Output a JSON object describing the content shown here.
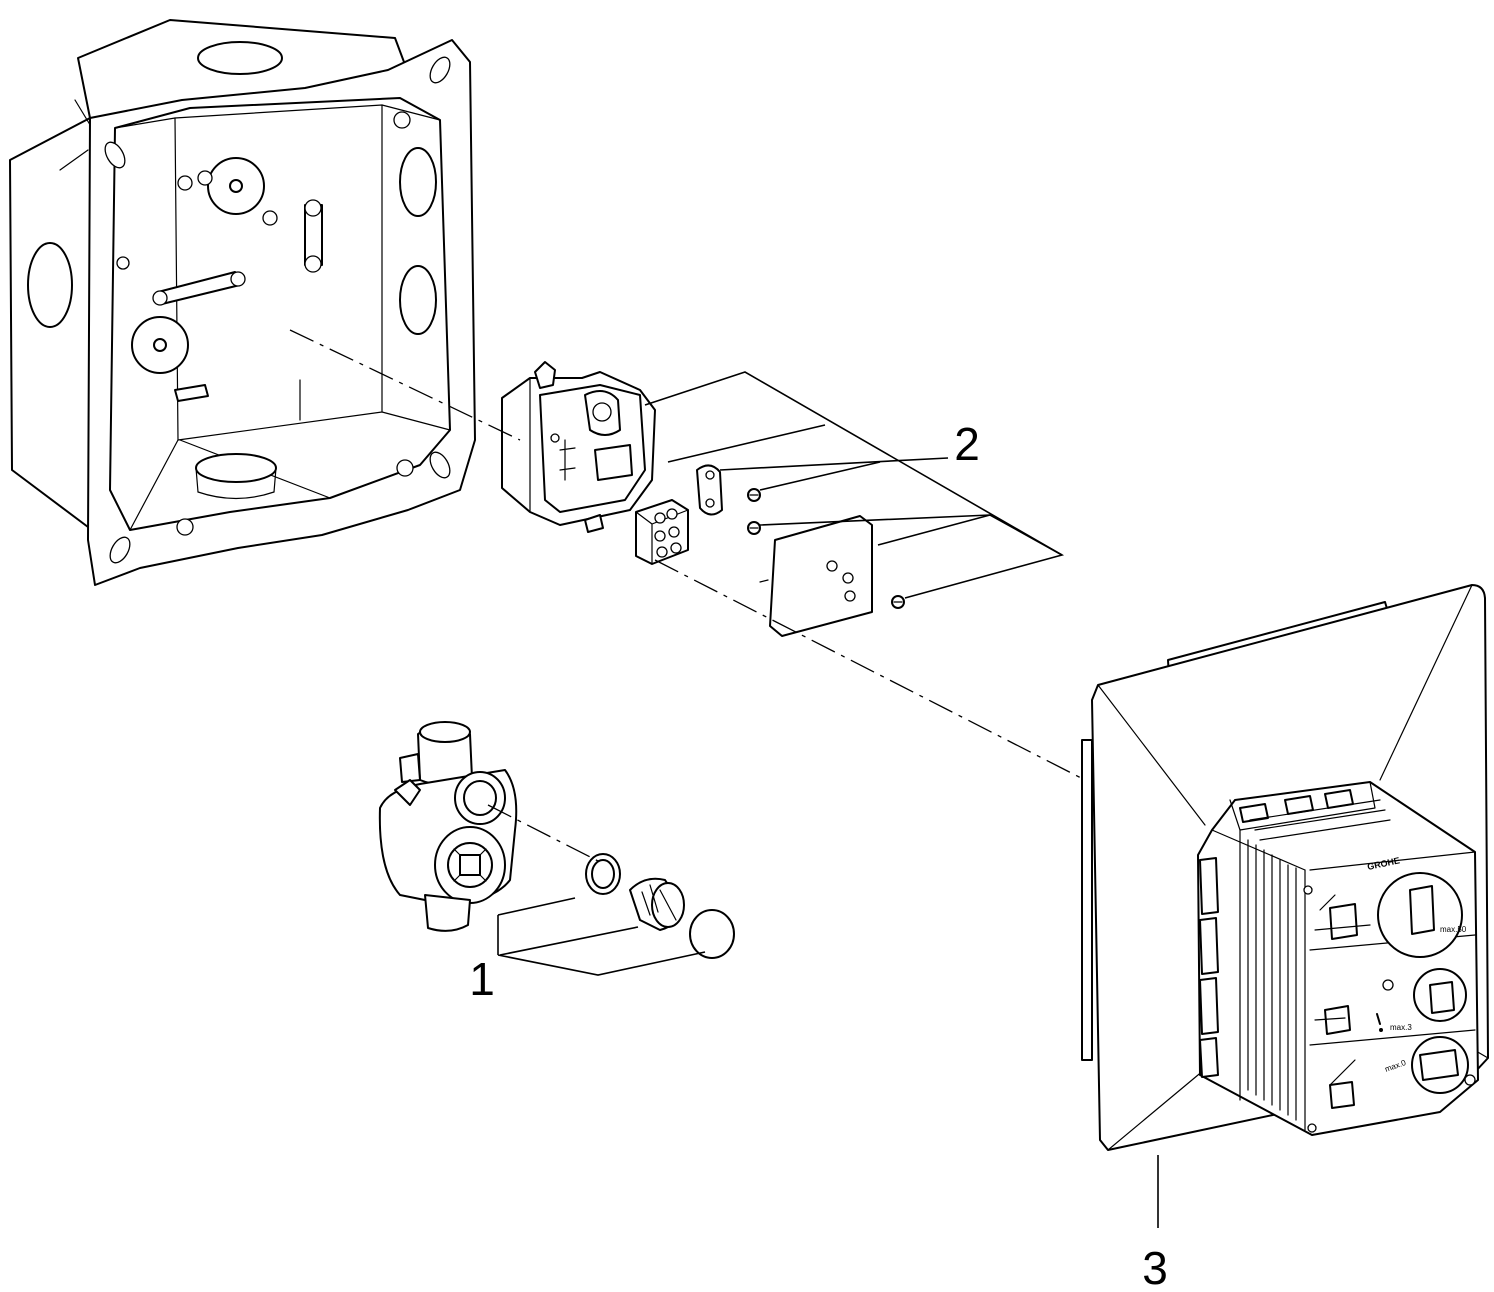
{
  "callouts": [
    {
      "id": "1",
      "label": "1"
    },
    {
      "id": "2",
      "label": "2"
    },
    {
      "id": "3",
      "label": "3"
    }
  ],
  "parts": {
    "installation_box": {
      "icon": "installation-box-icon"
    },
    "electronics_module": {
      "icon": "electronics-module-icon"
    },
    "valve_body": {
      "icon": "valve-body-icon"
    },
    "cover_panel": {
      "icon": "cover-panel-icon"
    }
  },
  "cover_label": {
    "brand": "GROHE",
    "max_50": "max.50",
    "max_3": "max.3",
    "max_0": "max.0"
  }
}
